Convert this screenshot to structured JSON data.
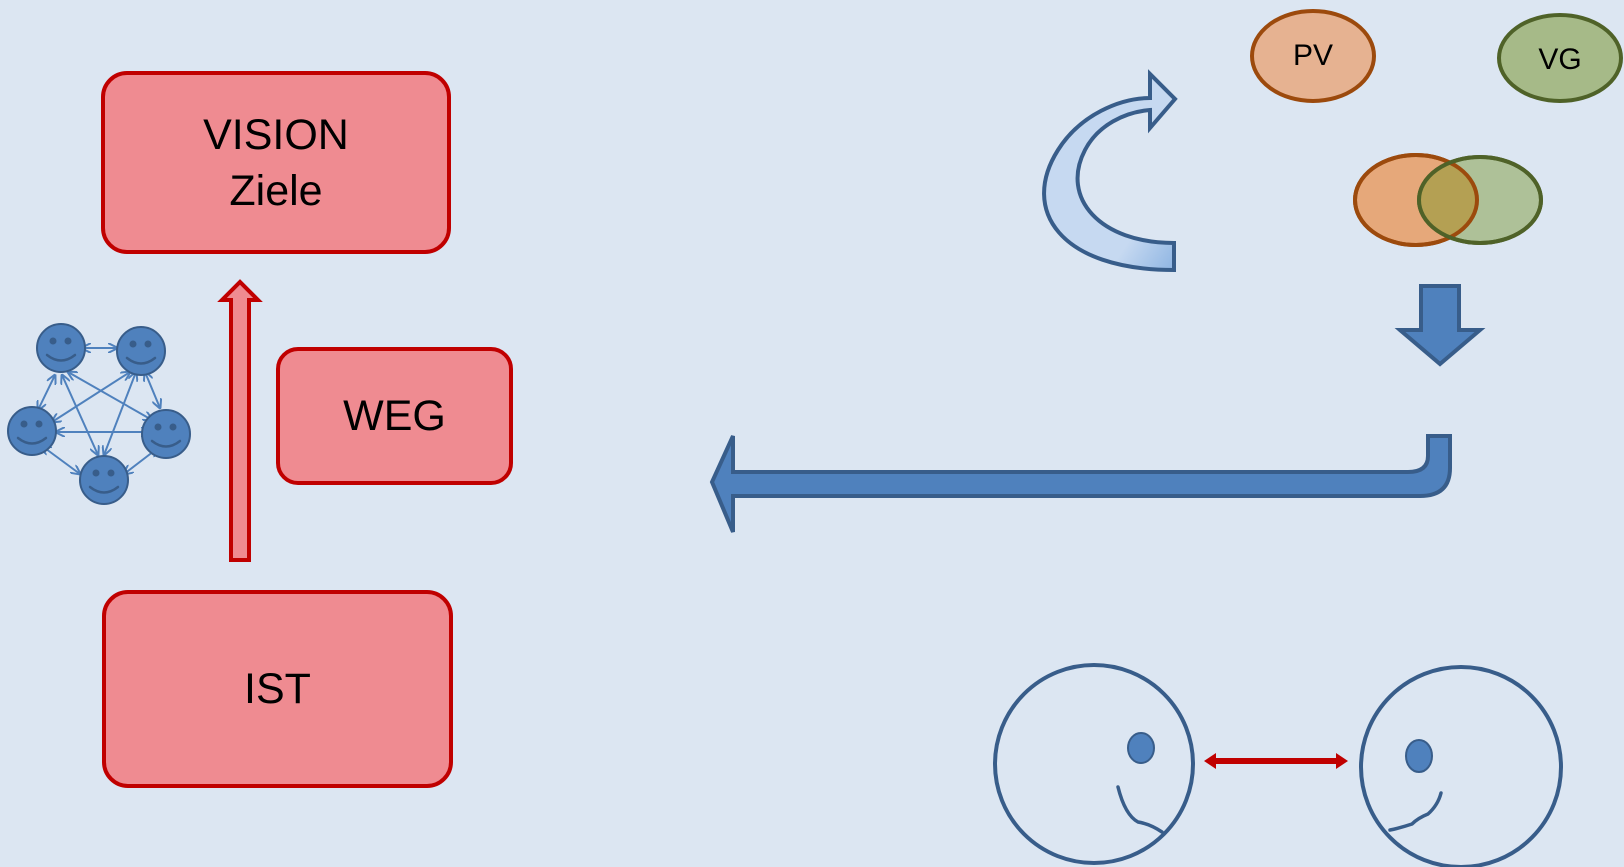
{
  "boxes": {
    "vision_line1": "VISION",
    "vision_line2": "Ziele",
    "weg": "WEG",
    "ist": "IST"
  },
  "ellipses": {
    "pv": "PV",
    "vg": "VG"
  },
  "colors": {
    "background": "#dce6f2",
    "box_fill": "#ef8b91",
    "box_border": "#c00000",
    "blue": "#4f81bd",
    "blue_dark": "#385d8a",
    "pv_fill": "#e6b291",
    "pv_border": "#9c4a0d",
    "vg_fill": "#a6ba88",
    "vg_border": "#4f6228"
  }
}
